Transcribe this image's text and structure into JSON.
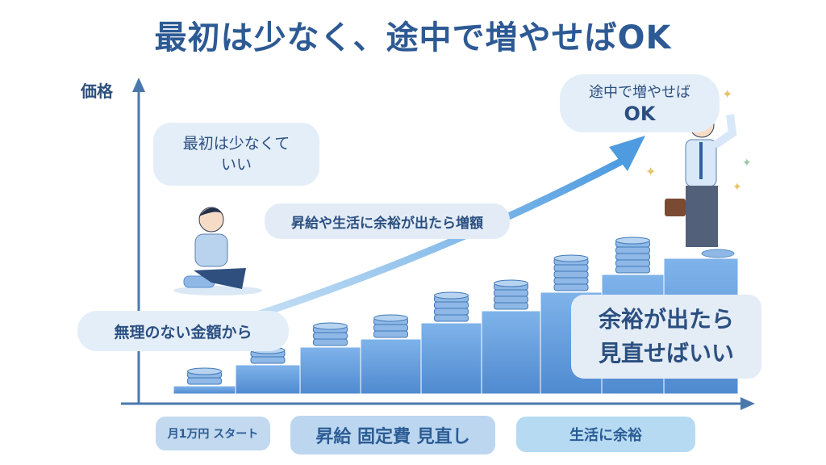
{
  "title": "最初は少なく、途中で増やせばOK",
  "y_axis_label": "価格",
  "bubbles": {
    "start_thought": "最初は少なくて いい",
    "increase_note": "昇給や生活に余裕が出たら増額",
    "success": [
      "途中で増やせば",
      "OK"
    ],
    "small_amount": "無理のない金額から",
    "review": [
      "余裕が出たら",
      "見直せばいい"
    ]
  },
  "bottom_tags": [
    "月1万円 スタート",
    "昇給 固定費 見直し",
    "生活に余裕"
  ],
  "coin_stacks": [
    2,
    2,
    3,
    3,
    4,
    4,
    5,
    5,
    1
  ],
  "colors": {
    "axis": "#4a78ad",
    "step": "#6aa3e0",
    "step_dark": "#4f8ad0",
    "coin": "#8fb8e6",
    "arrow": "#6fb0ea",
    "title": "#2d5a94"
  }
}
